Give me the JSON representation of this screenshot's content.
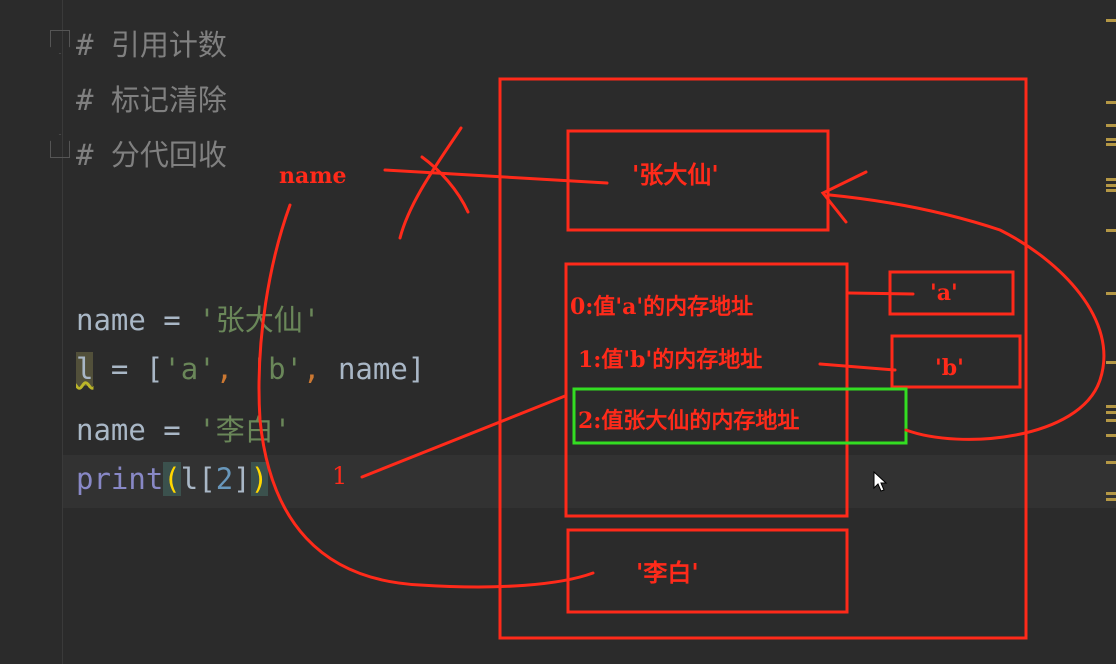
{
  "editor": {
    "comments": [
      "# 引用计数",
      "# 标记清除",
      "# 分代回收"
    ],
    "code": {
      "line1": {
        "var": "name",
        "op": " = ",
        "str": "'张大仙'"
      },
      "line2": {
        "var": "l",
        "op": " = [",
        "a": "'a'",
        "comma": ", ",
        "b": "'b'",
        "comma2": ", ",
        "name": "name",
        "end": "]"
      },
      "line3": {
        "var": "name",
        "op": " = ",
        "str": "'李白'"
      },
      "line4": {
        "fn": "print",
        "open": "(",
        "arg": "l[",
        "idx": "2",
        "close_br": "]",
        "close": ")"
      }
    }
  },
  "annotations": {
    "name_label": "name",
    "ref_count": "1",
    "obj_zhang": "'张大仙'",
    "obj_li": "'李白'",
    "list_slot0": "0:值'a'的内存地址",
    "list_slot1": "1:值'b'的内存地址",
    "list_slot2": "2:值张大仙的内存地址",
    "obj_a": "'a'",
    "obj_b": "'b'"
  },
  "colors": {
    "annotation": "#ff2a1a",
    "highlight_box": "#33dd22",
    "background": "#2b2b2b"
  }
}
